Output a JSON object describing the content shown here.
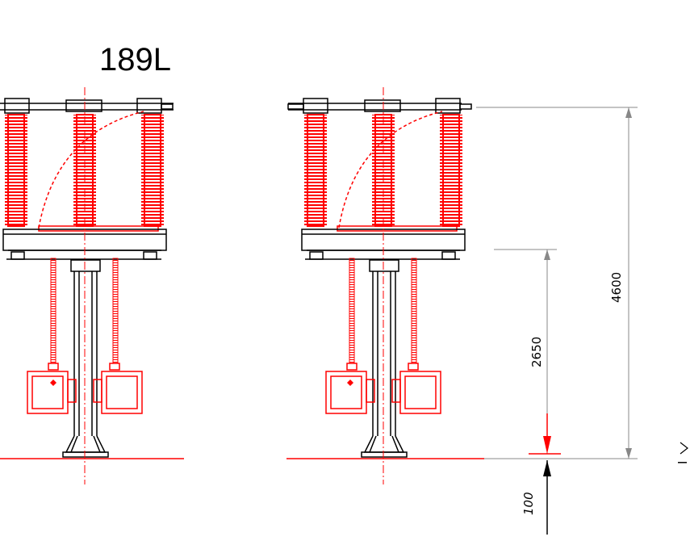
{
  "title": "189L",
  "dimensions": {
    "total_height": "4600",
    "support_height": "2650",
    "base_offset": "100"
  },
  "edge_mark": "I",
  "colors": {
    "insulator": "#ff0000",
    "outline": "#000000",
    "dimension_line": "#888888",
    "background": "#ffffff"
  }
}
